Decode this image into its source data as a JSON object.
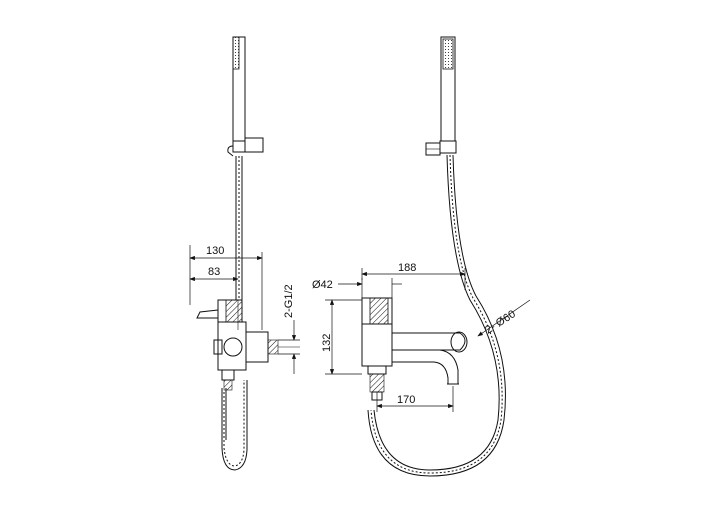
{
  "drawing": {
    "dimensions": {
      "width_130": "130",
      "width_83": "83",
      "thread": "2-G1/2",
      "diameter_42": "Ø42",
      "length_188": "188",
      "height_132": "132",
      "length_170": "170",
      "diameter_60": "2- Ø60"
    },
    "line_color": "#111111",
    "background": "#ffffff"
  }
}
